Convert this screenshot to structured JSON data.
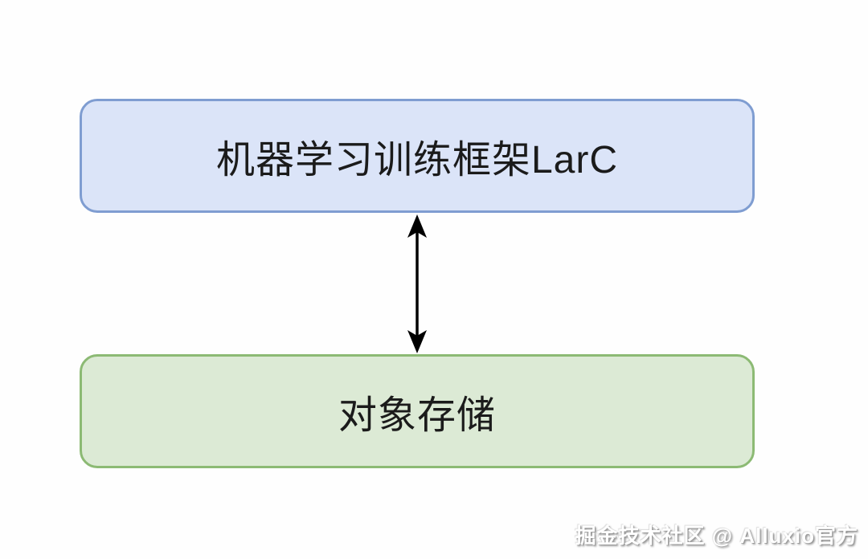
{
  "diagram": {
    "nodes": [
      {
        "id": "ml-training-framework",
        "label": "机器学习训练框架LarC",
        "fill": "#dbe4f8",
        "border_color": "#7f9dd1",
        "text_color": "#1b1b1b"
      },
      {
        "id": "object-storage",
        "label": "对象存储",
        "fill": "#dcead5",
        "border_color": "#8cba74",
        "text_color": "#1b1b1b"
      }
    ],
    "edges": [
      {
        "from": "ml-training-framework",
        "to": "object-storage",
        "style": "double-headed-arrow",
        "color": "#000000"
      }
    ]
  },
  "watermark": {
    "text": "掘金技术社区 @ Alluxio官方",
    "color": "#ffffff"
  }
}
